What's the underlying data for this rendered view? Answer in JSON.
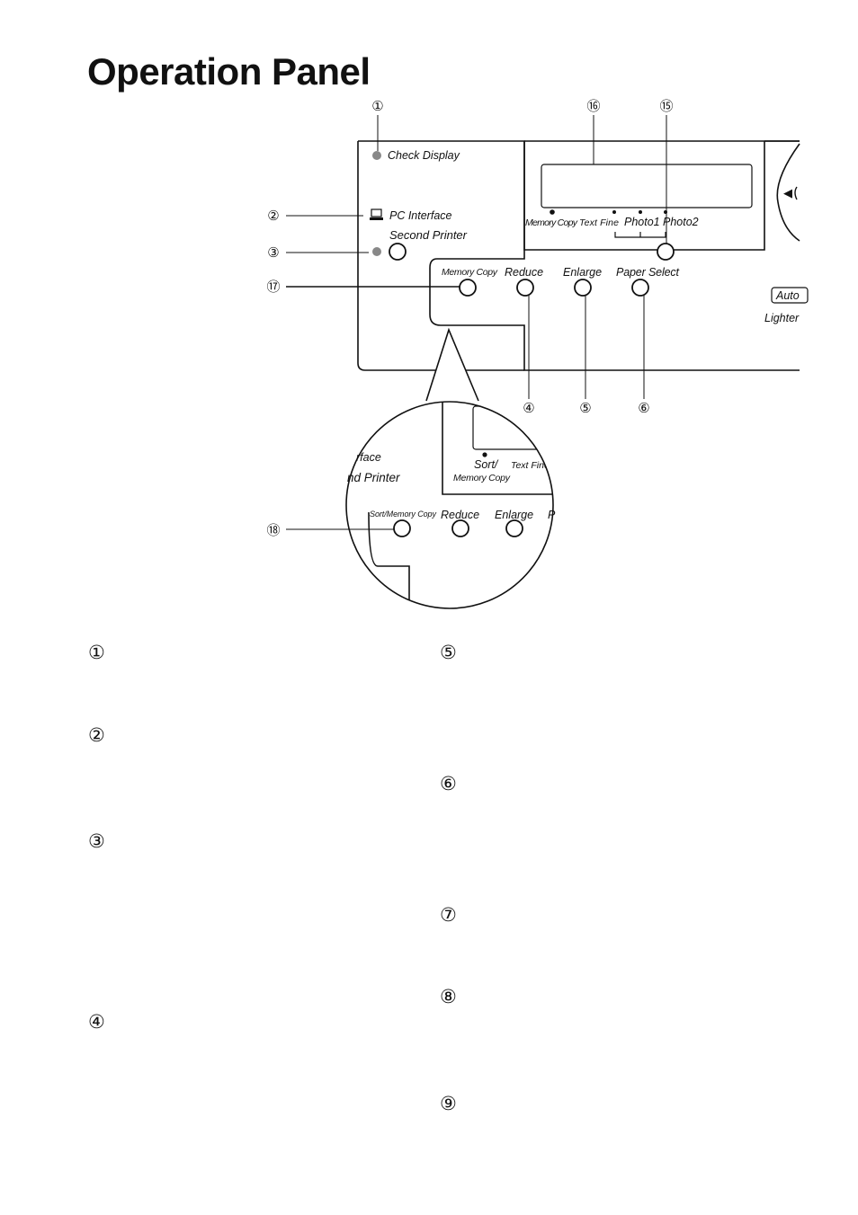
{
  "title": "Operation Panel",
  "panel": {
    "check_display": "Check Display",
    "pc_interface": "PC Interface",
    "second_printer": "Second Printer",
    "buttons": [
      "Memory Copy",
      "Reduce",
      "Enlarge",
      "Paper Select"
    ],
    "modes": [
      "Memory Copy",
      "Text Fine",
      "Photo1",
      "Photo2"
    ],
    "auto": "Auto",
    "lighter": "Lighter"
  },
  "callouts": [
    "①",
    "②",
    "③",
    "④",
    "⑤",
    "⑥",
    "⑮",
    "⑯",
    "⑰",
    "⑱"
  ],
  "zoom": {
    "interface_fragment": "rface",
    "printer_fragment": "nd Printer",
    "sort_line1": "Sort/",
    "sort_line2": "Memory Copy",
    "text_fine_fragment": "Text Fine",
    "buttons": [
      "Sort/Memory Copy",
      "Reduce",
      "Enlarge",
      "P"
    ]
  },
  "legend": {
    "left": [
      "①",
      "②",
      "③",
      "④"
    ],
    "right": [
      "⑤",
      "⑥",
      "⑦",
      "⑧",
      "⑨"
    ]
  }
}
